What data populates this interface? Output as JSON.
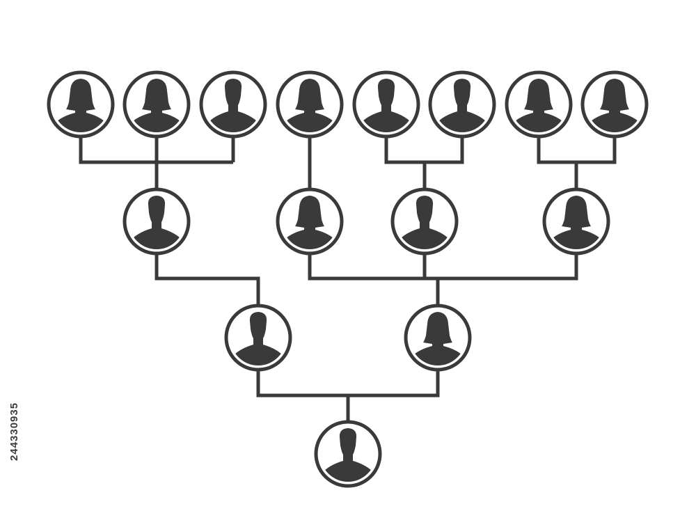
{
  "diagram": {
    "type": "family-tree",
    "colors": {
      "line": "#3a3a3a",
      "background": "#ffffff"
    },
    "generations": [
      {
        "level": 1,
        "members": [
          {
            "id": "g1a",
            "gender": "female",
            "icon": "female-avatar-icon"
          },
          {
            "id": "g1b",
            "gender": "female",
            "icon": "female-avatar-icon"
          },
          {
            "id": "g1c",
            "gender": "male",
            "icon": "male-avatar-icon"
          },
          {
            "id": "g1d",
            "gender": "female",
            "icon": "female-avatar-icon"
          },
          {
            "id": "g1e",
            "gender": "male",
            "icon": "male-avatar-icon"
          },
          {
            "id": "g1f",
            "gender": "male",
            "icon": "male-avatar-icon"
          },
          {
            "id": "g1g",
            "gender": "female",
            "icon": "female-avatar-icon"
          },
          {
            "id": "g1h",
            "gender": "female",
            "icon": "female-avatar-icon"
          }
        ]
      },
      {
        "level": 2,
        "members": [
          {
            "id": "g2a",
            "gender": "male",
            "icon": "male-avatar-icon",
            "parents": [
              "g1a",
              "g1b",
              "g1c"
            ]
          },
          {
            "id": "g2b",
            "gender": "female",
            "icon": "female-avatar-icon",
            "parents": [
              "g1d"
            ]
          },
          {
            "id": "g2c",
            "gender": "male",
            "icon": "male-avatar-icon",
            "parents": [
              "g1e",
              "g1f"
            ]
          },
          {
            "id": "g2d",
            "gender": "female",
            "icon": "female-avatar-icon",
            "parents": [
              "g1g",
              "g1h"
            ]
          }
        ]
      },
      {
        "level": 3,
        "members": [
          {
            "id": "g3a",
            "gender": "male",
            "icon": "male-avatar-icon",
            "parents": [
              "g2a"
            ]
          },
          {
            "id": "g3b",
            "gender": "female",
            "icon": "female-avatar-icon",
            "parents": [
              "g2b",
              "g2c",
              "g2d"
            ]
          }
        ]
      },
      {
        "level": 4,
        "members": [
          {
            "id": "g4a",
            "gender": "male",
            "icon": "male-avatar-icon",
            "parents": [
              "g3a",
              "g3b"
            ]
          }
        ]
      }
    ]
  },
  "stock_id": "244330935"
}
